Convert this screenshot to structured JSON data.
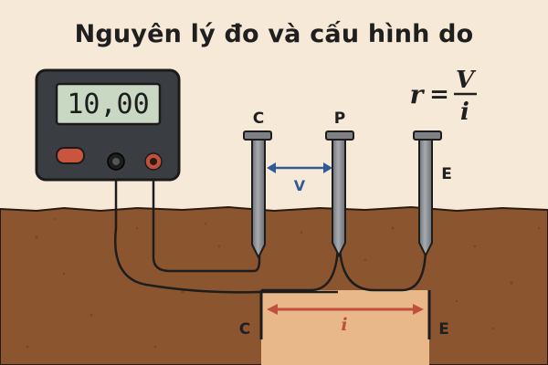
{
  "title": "Nguyên lý đo và cấu hình do",
  "meter": {
    "display": "10,00"
  },
  "probes": {
    "c_label": "C",
    "p_label": "P",
    "e_label": "E"
  },
  "voltage": {
    "label": "V"
  },
  "current": {
    "label": "i",
    "left_label": "C",
    "right_label": "E"
  },
  "formula": {
    "lhs": "r",
    "eq": "=",
    "numerator": "V",
    "denominator": "i"
  },
  "colors": {
    "background": "#f7e9d8",
    "soil": "#8b5530",
    "soil_zone": "#e8b888",
    "meter_body": "#3a3d42",
    "lcd": "#c9d8c2",
    "button": "#c9553e",
    "voltage_arrow": "#2f5c94",
    "current_arrow": "#c0503d",
    "rod": "#8c8f93"
  }
}
